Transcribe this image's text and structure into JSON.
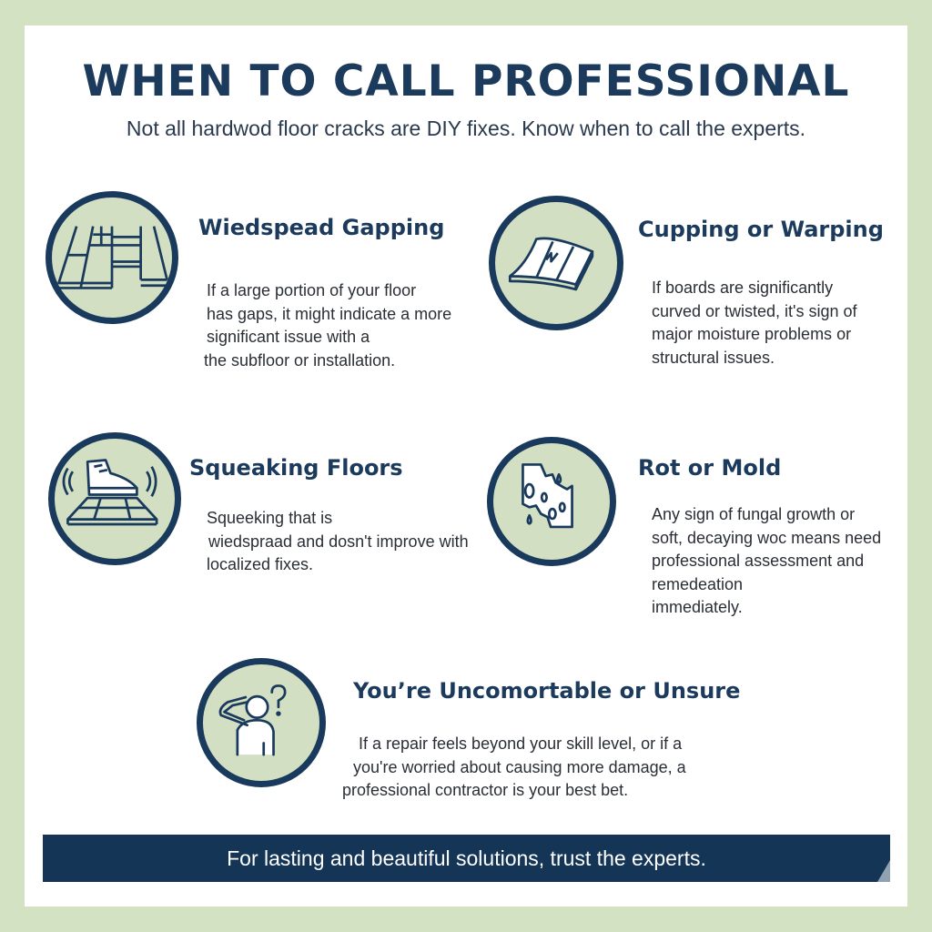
{
  "header": {
    "title": "WHEN TO CALL PROFESSIONAL",
    "subtitle": "Not all hardwod floor cracks are DIY fixes. Know when to call the experts."
  },
  "items": [
    {
      "icon": "floor-gaps-icon",
      "heading": "Wiedspead Gapping",
      "lines": [
        "If a large portion of your floor",
        "has gaps, it might indicate a more",
        "significant issue with a",
        "the subfloor or installation."
      ]
    },
    {
      "icon": "warped-board-icon",
      "heading": "Cupping or Warping",
      "lines": [
        "If boards are significantly",
        "curved or twisted, it's sign of",
        "major moisture problems or",
        "structural issues."
      ]
    },
    {
      "icon": "squeaking-shoe-icon",
      "heading": "Squeaking Floors",
      "lines": [
        "Squeeking that is",
        "wiedspraad and dosn't improve with",
        "localized fixes."
      ]
    },
    {
      "icon": "rotting-wood-icon",
      "heading": "Rot or Mold",
      "lines": [
        "Any sign of fungal growth or",
        "soft, decaying woc means need",
        "professional assessment and",
        "remedeation",
        "immediately."
      ]
    },
    {
      "icon": "confused-person-icon",
      "heading": "You’re Uncomortable or Unsure",
      "lines": [
        "If a repair feels beyond your skill level, or if a",
        "you're worried about causing more damage, a",
        "professional contractor is your best bet."
      ]
    }
  ],
  "footer": {
    "banner": "For lasting and beautiful solutions, trust the experts."
  },
  "colors": {
    "navy": "#193a5c",
    "sage": "#d3dfc2",
    "background": "#d3e2c3"
  }
}
